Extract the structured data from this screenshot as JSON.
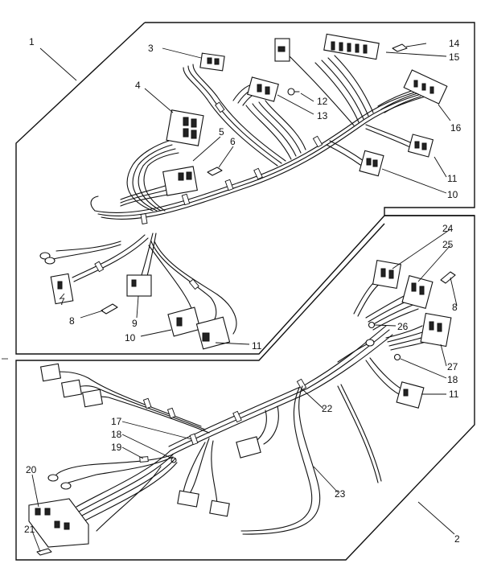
{
  "callouts": {
    "c1": "1",
    "c2": "2",
    "c3": "3",
    "c4": "4",
    "c5": "5",
    "c6": "6",
    "c7": "7",
    "c8a": "8",
    "c8b": "8",
    "c9": "9",
    "c10a": "10",
    "c10b": "10",
    "c11a": "11",
    "c11b": "11",
    "c11c": "11",
    "c12": "12",
    "c13": "13",
    "c14": "14",
    "c15": "15",
    "c16": "16",
    "c17": "17",
    "c18a": "18",
    "c18b": "18",
    "c19": "19",
    "c20": "20",
    "c21": "21",
    "c22": "22",
    "c23": "23",
    "c24": "24",
    "c25": "25",
    "c26": "26",
    "c27": "27"
  }
}
